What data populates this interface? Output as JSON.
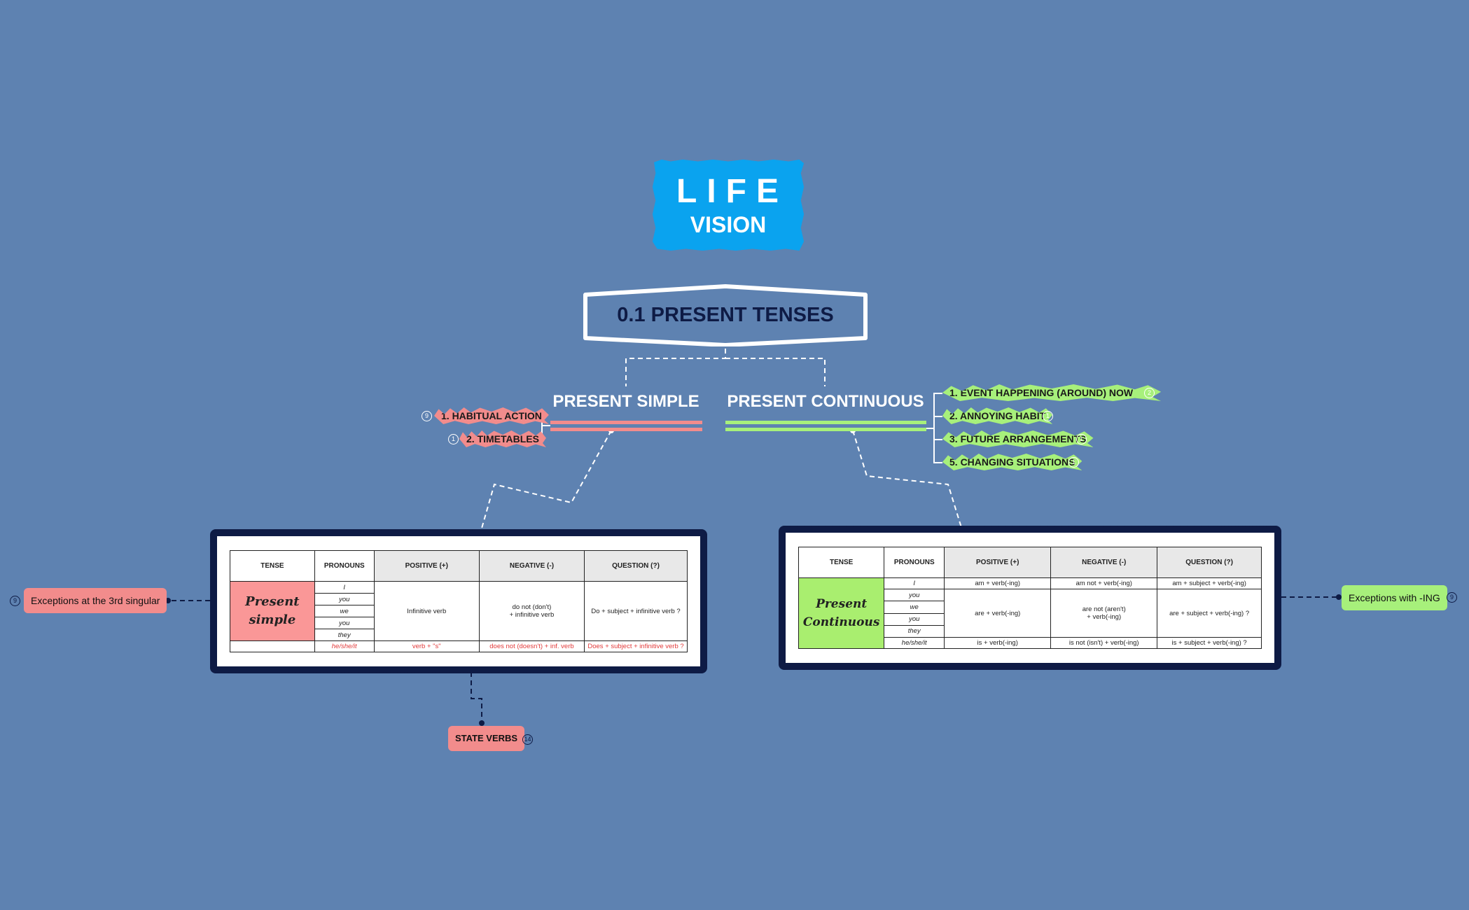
{
  "logo": {
    "line1": "LIFE",
    "line2": "VISION"
  },
  "central_topic": "0.1 PRESENT TENSES",
  "colors": {
    "background": "#5e82b1",
    "pink": "#f28c8c",
    "green": "#a7f07b",
    "navy": "#0e1b45",
    "logo_blue": "#0aa3ef"
  },
  "present_simple": {
    "title": "PRESENT SIMPLE",
    "leaves": [
      {
        "label": "1. HABITUAL ACTION",
        "count": "9"
      },
      {
        "label": "2. TIMETABLES",
        "count": "1"
      }
    ],
    "table": {
      "headers": [
        "TENSE",
        "PRONOUNS",
        "POSITIVE (+)",
        "NEGATIVE (-)",
        "QUESTION (?)"
      ],
      "tense_label": "Present simple",
      "pronouns": [
        "I",
        "you",
        "we",
        "you",
        "they"
      ],
      "positive": "Infinitive verb",
      "negative": "do not (don't)\n+ infinitive verb",
      "question": "Do + subject + infinitive verb ?",
      "third_row": {
        "pronoun": "he/she/it",
        "positive": "verb + \"s\"",
        "negative": "does not (doesn't) + inf. verb",
        "question": "Does + subject + infinitive verb ?"
      }
    },
    "side_node": {
      "label": "Exceptions at the 3rd singular",
      "count": "9"
    },
    "bottom_node": {
      "label": "STATE VERBS",
      "count": "14"
    }
  },
  "present_continuous": {
    "title": "PRESENT CONTINUOUS",
    "leaves": [
      {
        "label": "1.  EVENT HAPPENING (AROUND) NOW",
        "count": "2"
      },
      {
        "label": "2. ANNOYING HABIT",
        "count": "1"
      },
      {
        "label": "3. FUTURE ARRANGEMENTS",
        "count": "1"
      },
      {
        "label": "5. CHANGING SITUATIONS",
        "count": "1"
      }
    ],
    "table": {
      "headers": [
        "TENSE",
        "PRONOUNS",
        "POSITIVE (+)",
        "NEGATIVE (-)",
        "QUESTION (?)"
      ],
      "tense_label": "Present Continuous",
      "first_row": {
        "pronoun": "I",
        "positive": "am + verb(-ing)",
        "negative": "am not + verb(-ing)",
        "question": "am + subject + verb(-ing)"
      },
      "pronouns": [
        "you",
        "we",
        "you",
        "they"
      ],
      "positive": "are + verb(-ing)",
      "negative": "are not (aren't)\n+ verb(-ing)",
      "question": "are + subject + verb(-ing) ?",
      "third_row": {
        "pronoun": "he/she/it",
        "positive": "is + verb(-ing)",
        "negative": "is not (isn't) + verb(-ing)",
        "question": "is + subject + verb(-ing) ?"
      }
    },
    "side_node": {
      "label": "Exceptions with -ING",
      "count": "9"
    }
  }
}
